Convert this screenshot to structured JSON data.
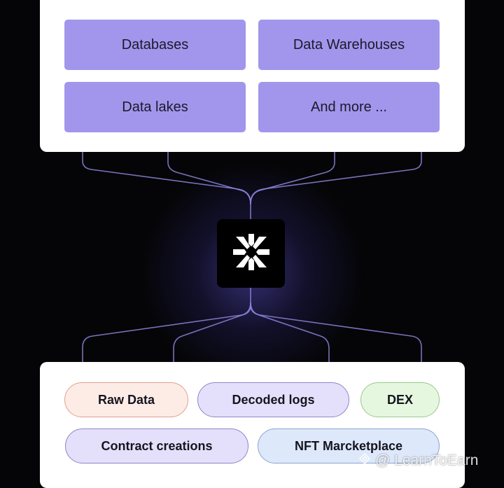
{
  "top_panel": {
    "tiles": [
      "Databases",
      "Data Warehouses",
      "Data lakes",
      "And more ..."
    ],
    "tile_color": "#a196ec"
  },
  "hub": {
    "icon": "asterisk-logo-icon"
  },
  "bottom_panel": {
    "chips": [
      {
        "label": "Raw Data",
        "bg": "#fdece6",
        "border": "#e0a090"
      },
      {
        "label": "Decoded logs",
        "bg": "#e4e0fb",
        "border": "#8e86c8"
      },
      {
        "label": "DEX",
        "bg": "#e6f7df",
        "border": "#98c98a"
      },
      {
        "label": "Contract creations",
        "bg": "#e4e0fb",
        "border": "#8e86c8"
      },
      {
        "label": "NFT Marcketplace",
        "bg": "#dde8fa",
        "border": "#8ea4cf"
      }
    ]
  },
  "watermark": {
    "text": "@ LearnToEarn"
  },
  "colors": {
    "background": "#050507",
    "line": "#8c86dc"
  }
}
